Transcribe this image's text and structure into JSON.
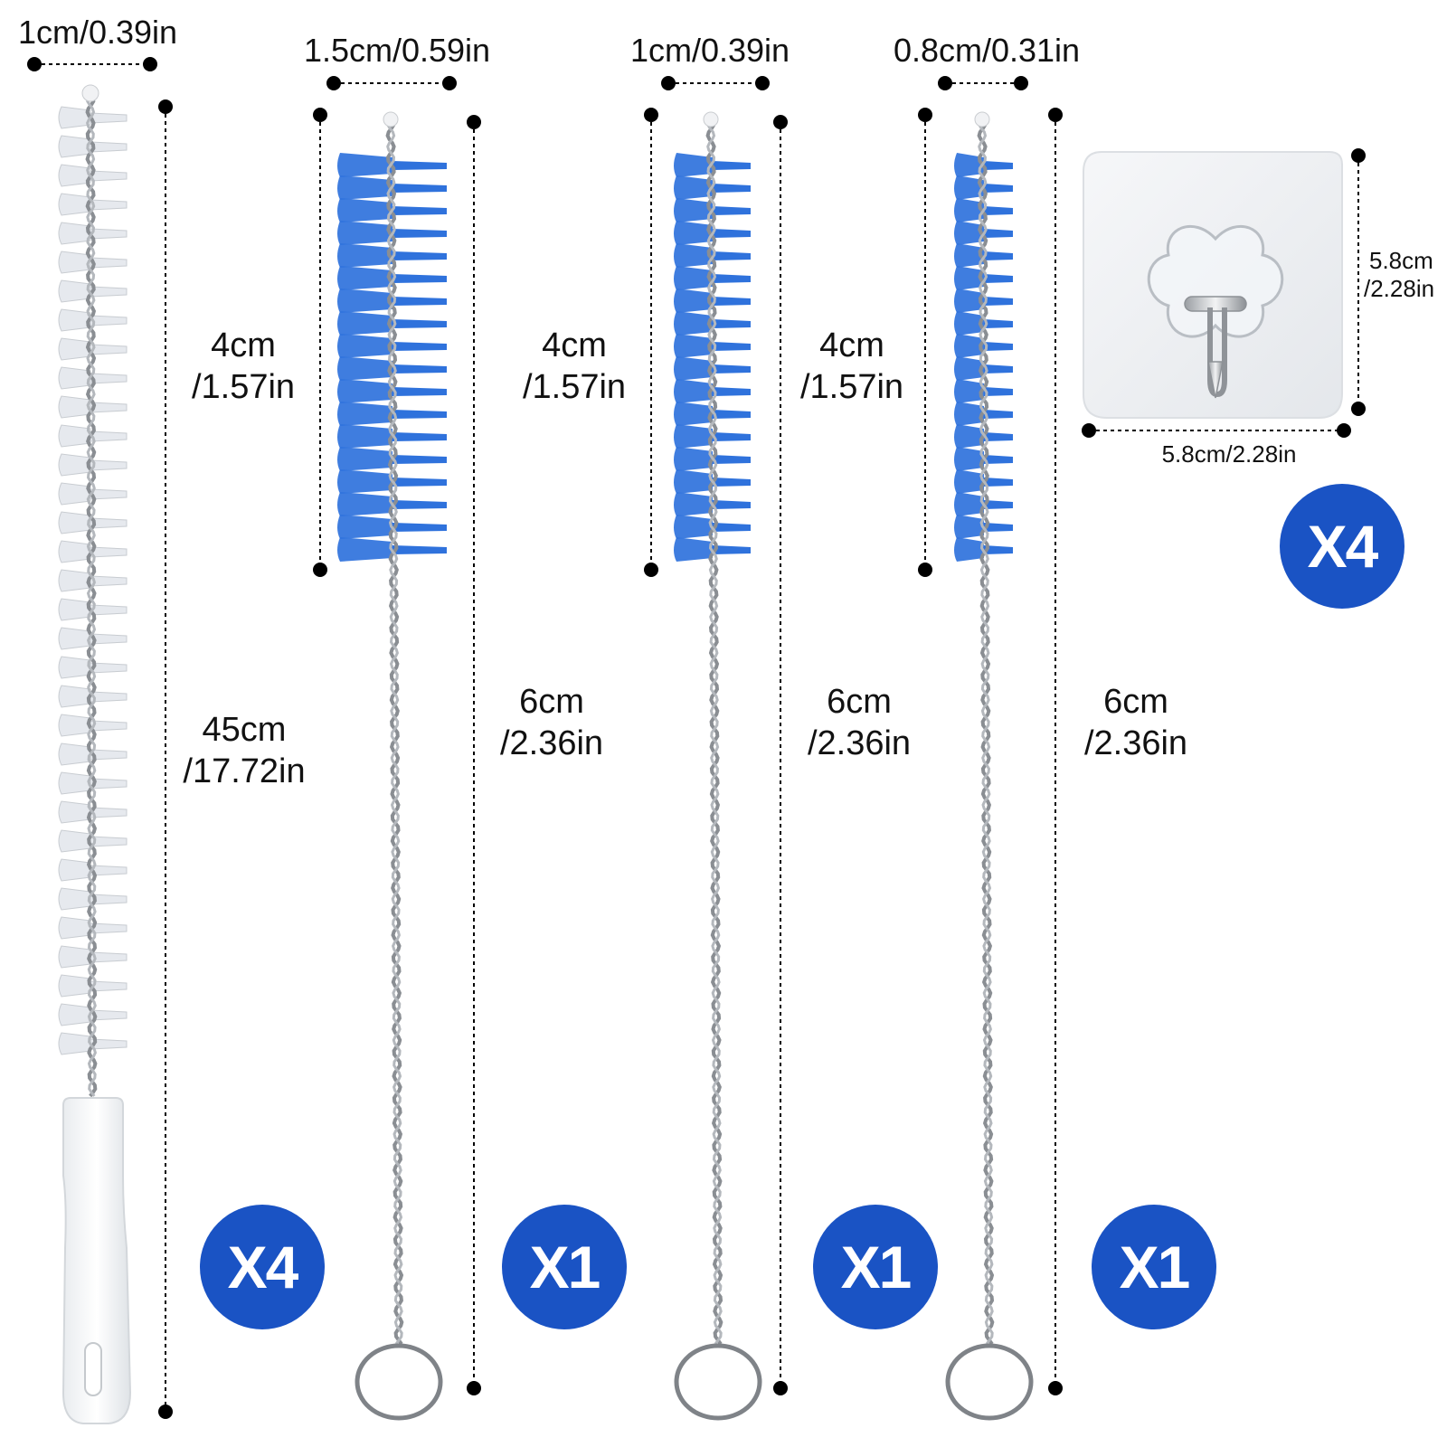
{
  "colors": {
    "badge": "#1a53c4",
    "bristle_blue": "#2f72dc",
    "bristle_white": "#e6e9ee",
    "wire": "#8a8e93",
    "dimension_line": "#000000",
    "hook_pad": "#eef0f3"
  },
  "products": [
    {
      "name": "long-white-brush",
      "width_label": "1cm/0.39in",
      "length_label_1": "45cm",
      "length_label_2": "/17.72in",
      "quantity": "X4"
    },
    {
      "name": "blue-brush-large",
      "width_label": "1.5cm/0.59in",
      "bristle_label_1": "4cm",
      "bristle_label_2": "/1.57in",
      "length_label_1": "6cm",
      "length_label_2": "/2.36in",
      "quantity": "X1"
    },
    {
      "name": "blue-brush-medium",
      "width_label": "1cm/0.39in",
      "bristle_label_1": "4cm",
      "bristle_label_2": "/1.57in",
      "length_label_1": "6cm",
      "length_label_2": "/2.36in",
      "quantity": "X1"
    },
    {
      "name": "blue-brush-small",
      "width_label": "0.8cm/0.31in",
      "bristle_label_1": "4cm",
      "bristle_label_2": "/1.57in",
      "length_label_1": "6cm",
      "length_label_2": "/2.36in",
      "quantity": "X1"
    }
  ],
  "hook": {
    "width_label": "5.8cm/2.28in",
    "height_label_1": "5.8cm",
    "height_label_2": "/2.28in",
    "quantity": "X4"
  }
}
